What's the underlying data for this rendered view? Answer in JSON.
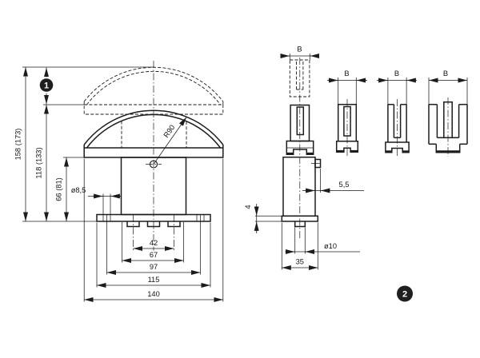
{
  "figure": {
    "balloons": {
      "one": "1",
      "two": "2"
    },
    "front_view": {
      "dim_height_total": "158 (173)",
      "dim_height_open": "118 (133)",
      "dim_height_body": "66 (81)",
      "dim_slot_width": "ø8,5",
      "dim_radius": "R90",
      "dim_42": "42",
      "dim_67": "67",
      "dim_97": "97",
      "dim_115": "115",
      "dim_140": "140"
    },
    "side_view": {
      "dim_b": "B",
      "dim_tab": "5,5",
      "dim_plate_thickness": "4",
      "dim_hole": "ø10",
      "dim_depth": "35"
    },
    "profiles": {
      "dim_b1": "B",
      "dim_b2": "B",
      "dim_b3": "B"
    }
  }
}
